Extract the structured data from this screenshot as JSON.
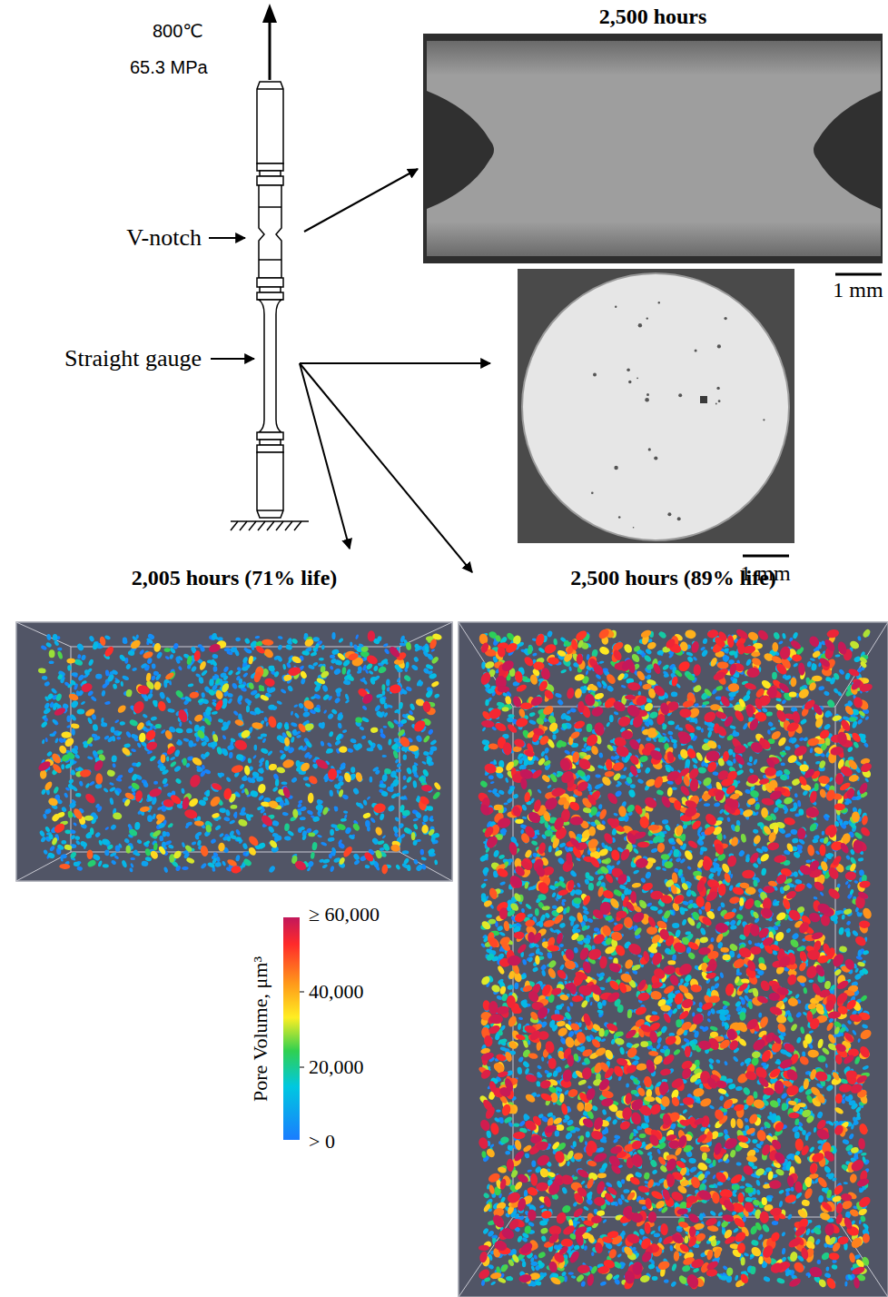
{
  "diagram": {
    "nodes": [
      {
        "text": [
          "2,500 hours"
        ]
      },
      {
        "text": [
          "2,005 hours (71% life)"
        ]
      },
      {
        "text": [
          "2,500 hours (89% life)"
        ]
      }
    ],
    "labels": [
      "800℃",
      "65.3 MPa",
      "V-notch",
      "Straight gauge",
      "1 mm",
      "1 mm",
      "Pore Volume, μm³",
      "≥ 60,000",
      "40,000",
      "20,000",
      "> 0"
    ]
  }
}
